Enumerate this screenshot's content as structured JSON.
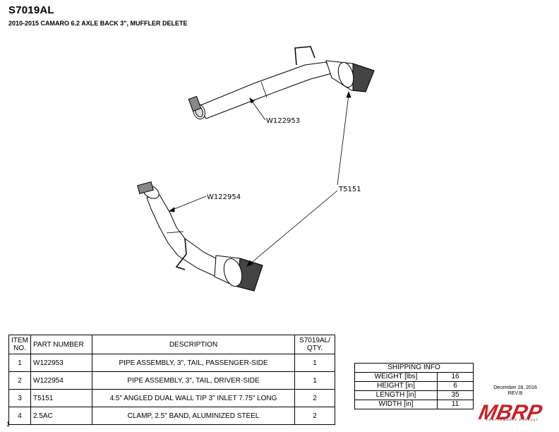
{
  "header": {
    "part_code": "S7019AL",
    "description": "2010-2015 CAMARO 6.2 AXLE BACK 3\", MUFFLER DELETE"
  },
  "callouts": {
    "w122953": "W122953",
    "w122954": "W122954",
    "t5151": "T5151"
  },
  "bom": {
    "headers": {
      "item_line1": "ITEM",
      "item_line2": "NO.",
      "part_number": "PART NUMBER",
      "description": "DESCRIPTION",
      "qty_line1": "S7019AL/",
      "qty_line2": "QTY."
    },
    "rows": [
      {
        "item": "1",
        "part": "W122953",
        "description": "PIPE ASSEMBLY, 3\", TAIL, PASSENGER-SIDE",
        "qty": "1"
      },
      {
        "item": "2",
        "part": "W122954",
        "description": "PIPE ASSEMBLY, 3\", TAIL, DRIVER-SIDE",
        "qty": "1"
      },
      {
        "item": "3",
        "part": "T5151",
        "description": "4.5\" ANGLED DUAL WALL TIP 3\" INLET 7.75\" LONG",
        "qty": "2"
      },
      {
        "item": "4",
        "part": "2.5AC",
        "description": "CLAMP, 2.5\" BAND, ALUMINIZED STEEL",
        "qty": "2"
      }
    ]
  },
  "shipping": {
    "title": "SHIPPING INFO",
    "rows": [
      {
        "label": "WEIGHT [lbs]",
        "value": "16"
      },
      {
        "label": "HEIGHT [in]",
        "value": "6"
      },
      {
        "label": "LENGTH [in]",
        "value": "35"
      },
      {
        "label": "WIDTH [in]",
        "value": "11"
      }
    ]
  },
  "revision": {
    "date": "December 28, 2016",
    "rev": "REV:B"
  },
  "brand": {
    "logo": "MBRP",
    "tagline": "PERFORMANCE EXHAUST",
    "color": "#cc1f24"
  },
  "margin_mark": "1"
}
